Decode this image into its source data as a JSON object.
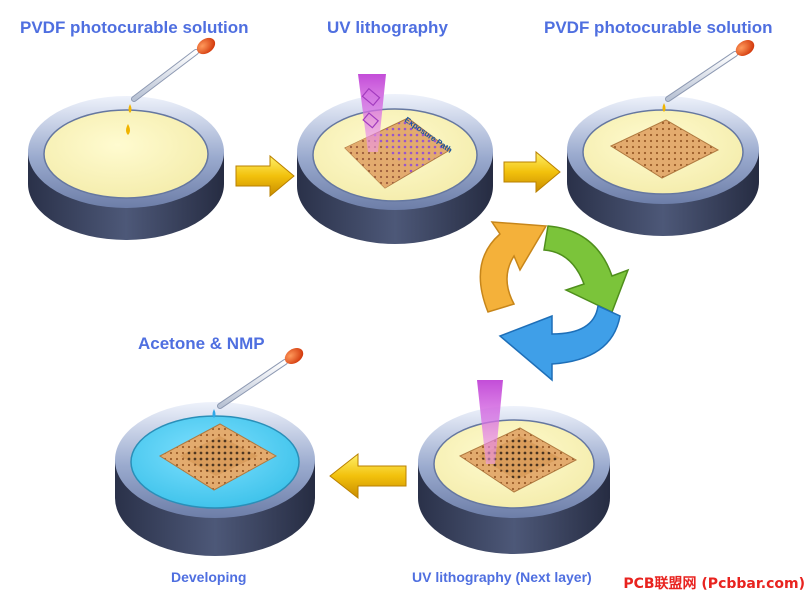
{
  "steps": [
    {
      "label": "PVDF photocurable solution"
    },
    {
      "label": "UV lithography"
    },
    {
      "label": "PVDF photocurable solution"
    },
    {
      "label": "UV lithography (Next layer)"
    },
    {
      "label": "Developing"
    }
  ],
  "reagent_label": "Acetone & NMP",
  "exposure_path_label": "Exposure Path",
  "watermark": "PCB联盟网 (Pcbbar.com)",
  "colors": {
    "label_blue": "#4f6fe0",
    "dish_rim": "#7f95bf",
    "dish_side": "#39425f",
    "solution": "#fbf6be",
    "developer": "#53d2f3",
    "pattern": "#e1a868",
    "uv_beam": "#d65fe0",
    "arrow_yellow": "#f2c10c",
    "cycle_orange": "#f4b13a",
    "cycle_green": "#7bc43a",
    "cycle_blue": "#3f9fe8",
    "watermark_red": "#e8231f"
  }
}
